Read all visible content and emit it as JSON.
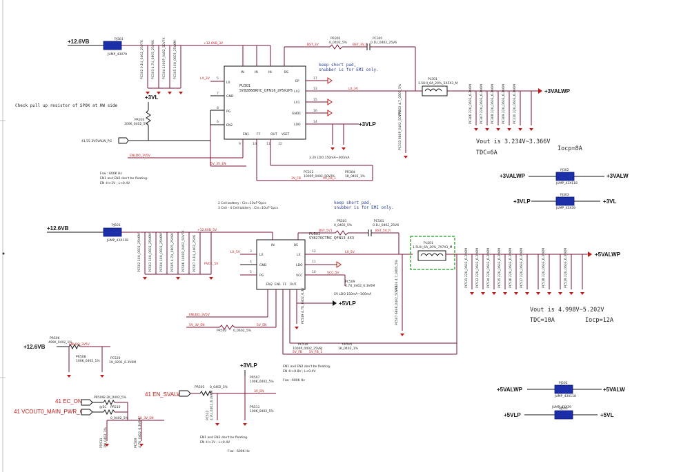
{
  "rails": {
    "vb1": "+12.6VB",
    "vb2": "+12.6VB",
    "vb3": "+12.6VB",
    "v3vl": "+3VL",
    "v3vlp": "+3VLP",
    "v3valwp": "+3VALWP",
    "v5valwp": "+5VALWP",
    "v5vlp": "+5VLP",
    "v3vlp2": "+3VLP",
    "v3valwp_b": "+3VALWP",
    "v3valw": "+3VALW",
    "v3vlp_b": "+3VLP",
    "v3vl_b": "+3VL",
    "v5valwp_b": "+5VALWP",
    "v5valw": "+5VALW",
    "v5vlp_b": "+5VLP",
    "v5vl": "+5VL"
  },
  "top_block": {
    "pj_top": "PJ301",
    "pj_top_val": "JUMP_43X79",
    "ic_ref": "PU301",
    "ic_part": "SY8286BRHC_QFN16_2P5X2P5",
    "net_12v": "+12.6VB_3V",
    "net_bst": "BST_3V",
    "net_bst2": "BST_3V_R",
    "pr_bst": "PR302",
    "pr_bst_val": "0_0402_5%",
    "pc_bst": "PC301",
    "pc_bst_val": "0.1U_0402_25V6",
    "note_snub": "keep short pad,",
    "note_snub2": "snubber is for EMI only.",
    "net_lx": "LX_3V",
    "pl": "PL301",
    "pl_val": "1.5UH_6A_20%_5X5X3_M",
    "check": "Check pull up resistor of SPOK at HW side",
    "pr_pg": "PR303",
    "pr_pg_val": "100K_0402_5%",
    "pg_net": "41,55  3VSVALW_PG",
    "enldo": "ENLDO_3V5V",
    "en_net": "5V_3V_EN",
    "ldo_note": "3.3V  LDO  150mA~300mA",
    "pc312": "PC312",
    "pc312_val": "1000P_0402_50V7K",
    "pr304": "PR304",
    "pr304_val": "1K_0402_1%",
    "net_fb": "3V_FB",
    "net_fb2": "3V_FB_1",
    "fsw": "Fsw : 600K Hz",
    "en_note": "EN1 and EN2 don't be floating.",
    "en_levels": "EN :H>1V  ; L<0.4V",
    "vout": "Vout  is  3.234V~3.366V",
    "tdc": "TDC=6A",
    "iocp": "Iocp=8A"
  },
  "pins_top": {
    "in": "IN",
    "ep": "EP",
    "lx": "LX",
    "gnd": "GND",
    "pg": "PG",
    "en2": "EN2",
    "bs": "BS",
    "lx2": "LX2",
    "lx1": "LX1",
    "gnd1": "GND1",
    "ldo": "LDO",
    "en1": "EN1",
    "ff": "FF",
    "out": "OUT",
    "vset": "VSET",
    "p5": "5",
    "p7": "7",
    "p8": "8",
    "p6": "6",
    "p17": "17",
    "p13": "13",
    "p15": "15",
    "p16": "16",
    "p14": "14",
    "p9": "9",
    "p10": "10",
    "p11": "11",
    "p12": "12",
    "p1": "1",
    "p2": "2",
    "p3": "3",
    "p4": "4"
  },
  "bottom_block": {
    "cap_note1": "2 Cell battery : Cin=10uF*2pcs",
    "cap_note2": "3 Cell - 4 Cell battery : Cin=10uF*1pcs",
    "note_snub": "keep short pad,",
    "note_snub2": "snubber is for EMI only.",
    "pj": "PJ501",
    "pj_val": "JUMP_43X118",
    "net_12v": "+12.6VB_5V",
    "pr_bst": "PR501",
    "pr_bst_val": "0_0402_5%",
    "pc_bst": "PC501",
    "pc_bst_val": "0.1U_0402_25V6",
    "net_bst": "BST_5V1",
    "net_bst2": "BST_5V_R",
    "ic_ref": "PU501",
    "ic_part": "SY8270CTMC_QFN13_4X3",
    "net_lx": "LX_5V",
    "net_lx2": "LX_5V",
    "pl": "PL501",
    "pl_val": "1.5UH_6A_20%_7X7X3_M",
    "vcc": "VCC_5V",
    "pc509": "PC509",
    "pc509_val": "4.7U_0402_6.3V6M",
    "ldo_note": "5V  LDO  150mA~300mA",
    "enldo": "ENLDO_3V5V",
    "en_net": "5V_3V_EN",
    "pr502": "PR502",
    "pr502_val": "0_0402_5%",
    "en_net2": "5V_EN",
    "pc510": "PC510",
    "pc510_val": "1000P_0402_25V8J",
    "pr505": "PR505",
    "pr505_val": "1K_0402_1%",
    "net_fb": "5V_FB",
    "net_fb2": "5V_FB_1",
    "en_note": "EN1 and EN2 don't be floating.",
    "en_levels": "EN :H>0.8V  ; L<0.4V",
    "fsw": "Fsw : 600K Hz",
    "vout": "Vout  is  4.998V~5.202V",
    "tdc": "TDC=10A",
    "iocp": "Iocp=12A",
    "pvcc": "PVCC_5V"
  },
  "pins_bottom": {
    "in": "IN",
    "lx": "LX",
    "gnd": "GND",
    "pg": "PG",
    "en2": "EN2",
    "en1": "EN1",
    "ff": "FF",
    "out": "OUT",
    "bs": "BS",
    "ldo": "LDO",
    "vcc": "VCC",
    "p3": "3",
    "p4": "4",
    "p5": "5",
    "p6": "6",
    "p8": "8",
    "p7": "7",
    "p13": "13",
    "p12": "12",
    "p11": "11",
    "p10": "10",
    "p1": "1",
    "p2": "2",
    "p9": "9"
  },
  "left_block": {
    "pr506": "PR506",
    "pr506_val": "499K_0402_1%",
    "enldo": "ENLDO_3V5V",
    "pr508": "PR508",
    "pr508_val": "100K_0402_1%",
    "pc520": "PC520",
    "pc520_val": "1U_0201_6.3V6M",
    "ec_on": "41  EC_ON",
    "vcout": "41  VCOUT0_MAIN_PWR_ON",
    "pr509": "PR509",
    "pr509_val": "2.2K_0402_5%",
    "pr510": "PR510",
    "pr510_val": "0_0402_5%",
    "en_net": "5V_3V_EN",
    "pr501b": "PR511",
    "pr501b_val": "1M_0402_1%",
    "pc509b": "PC509",
    "pc509b_val": "4.7U_0402_6.3V6M",
    "at_sign": "@EC"
  },
  "mid_block": {
    "en_svalw": "41  EN_SVALW",
    "pr503": "PR503",
    "pr503_val": "0_0402_5%",
    "net": "3V_EN",
    "pr507": "PR507",
    "pr507_val": "100K_0402_5%",
    "pr511": "PR511",
    "pr511_val": "100K_0402_5%",
    "pc512": "PC512",
    "pc512_val": "4.7U_0402_6.3V6M",
    "en_note": "EN1 and EN2 don't be floating.",
    "en_levels": "EN :H>1V  ; L<0.4V",
    "fsw": "Fsw : 600K Hz"
  },
  "jumpers": {
    "j1": "PJ302",
    "j1v": "JUMP_43X118",
    "j2": "PJ303",
    "j2v": "JUMP_43X39",
    "j3": "PJ502",
    "j3v": "JUMP_43X118",
    "j4": "PJ503",
    "j4v": "JUMP_43X39"
  },
  "cap_labels": {
    "top_in": [
      "PC302 0.1U_0402_25V7K",
      "PC303 4.7U_0805_25V6K",
      "PC304 1000P_0402_50V7K",
      "PC305 10U_0603_25V6M"
    ],
    "top_out": [
      "PC306 22U_0603_6.3V6M",
      "PC307 22U_0603_6.3V6M",
      "PC308 22U_0603_6.3V6M",
      "PC309 22U_0603_6.3V6M",
      "PC310 22U_0603_6.3V6M"
    ],
    "bot_in": [
      "PC502 10U_0603_25V6M",
      "PC503 10U_0603_25V6M",
      "PC504 10U_0603_25V6M",
      "PC505 4.7U_0805_25V6K",
      "PC506 1000P_0402_50V7K",
      "PC507 0.1U_0402_25V6"
    ],
    "bot_out": [
      "PC511 22U_0603_6.3V6M",
      "PC513 22U_0603_6.3V6M",
      "PC514 22U_0603_6.3V6M",
      "PC515 22U_0603_6.3V6M",
      "PC516 22U_0603_6.3V6M",
      "PC517 22U_0603_6.3V6M",
      "PC518 22U_0603_6.3V6M",
      "PC519 22U_0603_6.3V6M"
    ]
  }
}
